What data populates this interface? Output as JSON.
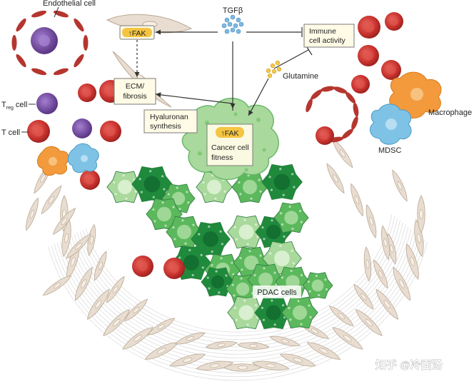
{
  "labels": {
    "endothelial": "Endothelial cell",
    "treg_main": "T",
    "treg_sub": "reg",
    "treg_suffix": " cell",
    "tcell": "T cell",
    "tgfb": "TGFβ",
    "glutamine": "Glutamine",
    "macrophage": "Macrophage",
    "mdsc": "MDSC",
    "pdac": "PDAC cells"
  },
  "boxes": {
    "fak_top": "↑FAK",
    "ecm_line1": "ECM/",
    "ecm_line2": "fibrosis",
    "hyaluronan_line1": "Hyaluronan",
    "hyaluronan_line2": "synthesis",
    "immune_line1": "Immune",
    "immune_line2": "cell activity",
    "fak_cancer": "↑FAK",
    "cancer_line1": "Cancer cell",
    "cancer_line2": "fitness"
  },
  "watermark": "知乎 @冷面汤",
  "colors": {
    "rbc": "#c8312d",
    "rbc_light": "#e0544d",
    "treg": "#7b4fa3",
    "endothelial": "#b5362f",
    "fibroblast": "#e8ddd0",
    "fibroblast_stroke": "#b9a995",
    "cancer_light": "#a9d99c",
    "cancer_mid": "#5cb85c",
    "cancer_dark": "#1f8a3c",
    "macrophage": "#f39a3c",
    "mdsc": "#7ec3e6",
    "box_fill": "#fffbe6",
    "box_stroke": "#7a7a7a",
    "fak_fill": "#f5c542",
    "tgfb_dot": "#7fb8e0",
    "glutamine_dot": "#f2c94c"
  }
}
